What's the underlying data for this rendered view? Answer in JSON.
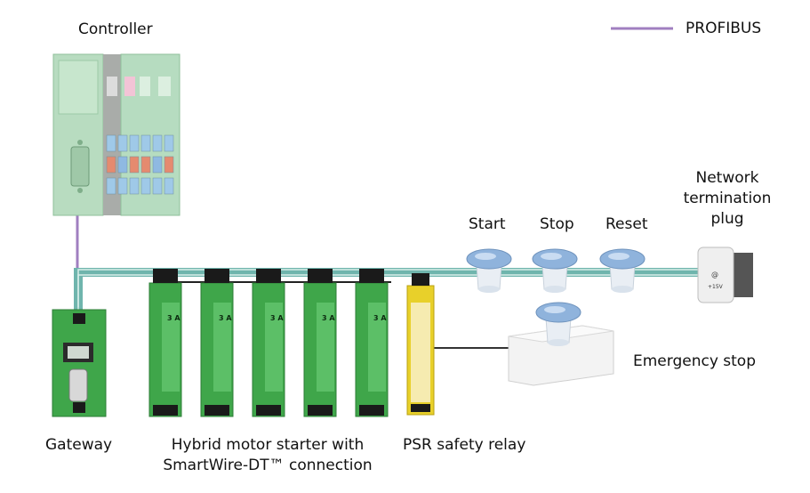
{
  "legend": {
    "label": "PROFIBUS",
    "line_color": "#a07fc0"
  },
  "labels": {
    "controller": "Controller",
    "gateway": "Gateway",
    "starter_line1": "Hybrid motor starter with",
    "starter_line2": "SmartWire-DT™ connection",
    "safety_relay": "PSR safety relay",
    "emergency_stop": "Emergency stop",
    "start": "Start",
    "stop": "Stop",
    "reset": "Reset",
    "term_line1": "Network",
    "term_line2": "termination",
    "term_line3": "plug"
  },
  "starter_rating": "3 A",
  "term_plug_text": "+15V",
  "colors": {
    "module_green": "#3fa64a",
    "controller_green": "#b8dcc0",
    "bus_teal": "#6fb5ad",
    "relay_yellow": "#e8d02a",
    "button_blue": "#8fb3dc"
  },
  "icons": {
    "pushbutton": "pushbutton-icon",
    "terminal": "terminal-block-icon"
  }
}
